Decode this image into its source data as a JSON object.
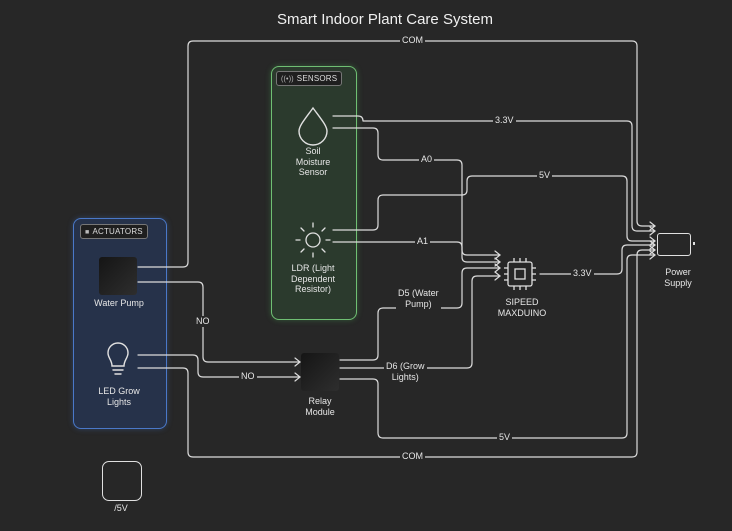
{
  "title": "Smart Indoor Plant Care System",
  "groups": {
    "sensors": "SENSORS",
    "actuators": "ACTUATORS"
  },
  "nodes": {
    "soil_moisture": "Soil\nMoisture\nSensor",
    "ldr": "LDR (Light\nDependent\nResistor)",
    "water_pump": "Water Pump",
    "led_grow": "LED Grow\nLights",
    "relay": "Relay\nModule",
    "mcu": "SIPEED\nMAXDUINO",
    "power": "Power\nSupply",
    "five_v": "/5V"
  },
  "wires": {
    "com_top": "COM",
    "com_bottom": "COM",
    "v33_soil": "3.3V",
    "v33_mcu": "3.3V",
    "a0": "A0",
    "v5_ldr": "5V",
    "a1": "A1",
    "d5": "D5 (Water\nPump)",
    "d6": "D6 (Grow\nLights)",
    "no_pump": "NO",
    "no_led": "NO",
    "v5_relay": "5V"
  },
  "icons": {
    "sensors": "radio-waves-icon",
    "actuators": "square-icon",
    "soil": "water-drop-icon",
    "ldr": "sun-icon",
    "led": "lightbulb-icon",
    "mcu": "microchip-icon"
  }
}
